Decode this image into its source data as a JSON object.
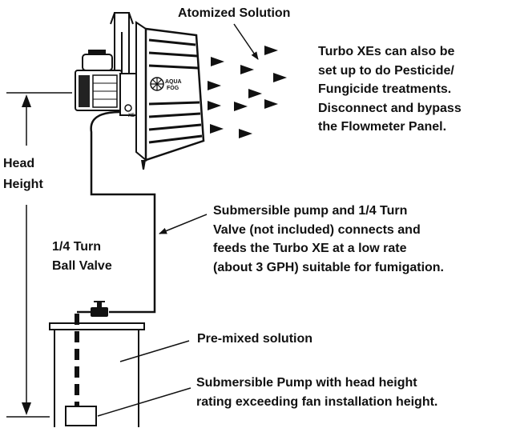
{
  "labels": {
    "atomized": "Atomized Solution",
    "turbo": [
      "Turbo XEs can also be",
      "set up to do Pesticide/",
      "Fungicide treatments.",
      "Disconnect and bypass",
      "the Flowmeter Panel."
    ],
    "head_height": [
      "Head",
      "Height"
    ],
    "pump_valve": [
      "Submersible pump and 1/4 Turn",
      "Valve (not included) connects and",
      "feeds the Turbo XE at a low rate",
      "(about 3 GPH) suitable for fumigation."
    ],
    "ball_valve": [
      "1/4 Turn",
      "Ball Valve"
    ],
    "premixed": "Pre-mixed solution",
    "sub_pump": [
      "Submersible Pump with head height",
      "rating exceeding fan installation height."
    ]
  },
  "fan_logo": [
    "AQUA",
    "FOG"
  ],
  "fan_model": "XE"
}
